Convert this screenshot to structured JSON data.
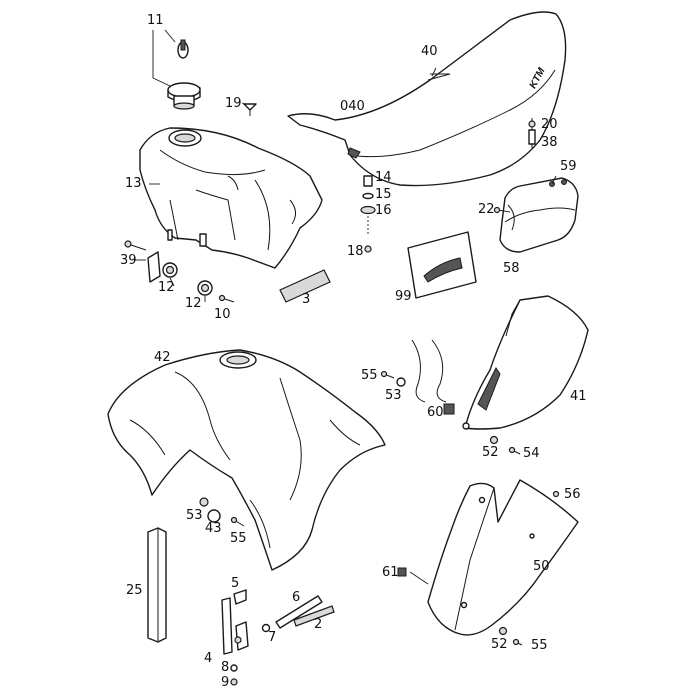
{
  "labels": {
    "l11": "11",
    "l19": "19",
    "l40": "40",
    "l040": "040",
    "l20": "20",
    "l38": "38",
    "l13": "13",
    "l14": "14",
    "l15": "15",
    "l16": "16",
    "l59": "59",
    "l22": "22",
    "l18": "18",
    "l58": "58",
    "l39": "39",
    "l12a": "12",
    "l12b": "12",
    "l10": "10",
    "l3": "3",
    "l99": "99",
    "l42": "42",
    "l55a": "55",
    "l53a": "53",
    "l60": "60",
    "l41": "41",
    "l52a": "52",
    "l54": "54",
    "l56": "56",
    "l53b": "53",
    "l43": "43",
    "l55b": "55",
    "l50": "50",
    "l25": "25",
    "l61": "61",
    "l5": "5",
    "l6": "6",
    "l2": "2",
    "l7": "7",
    "l4": "4",
    "l8": "8",
    "l9": "9",
    "l52b": "52",
    "l55c": "55"
  },
  "logo_text": "KTM"
}
